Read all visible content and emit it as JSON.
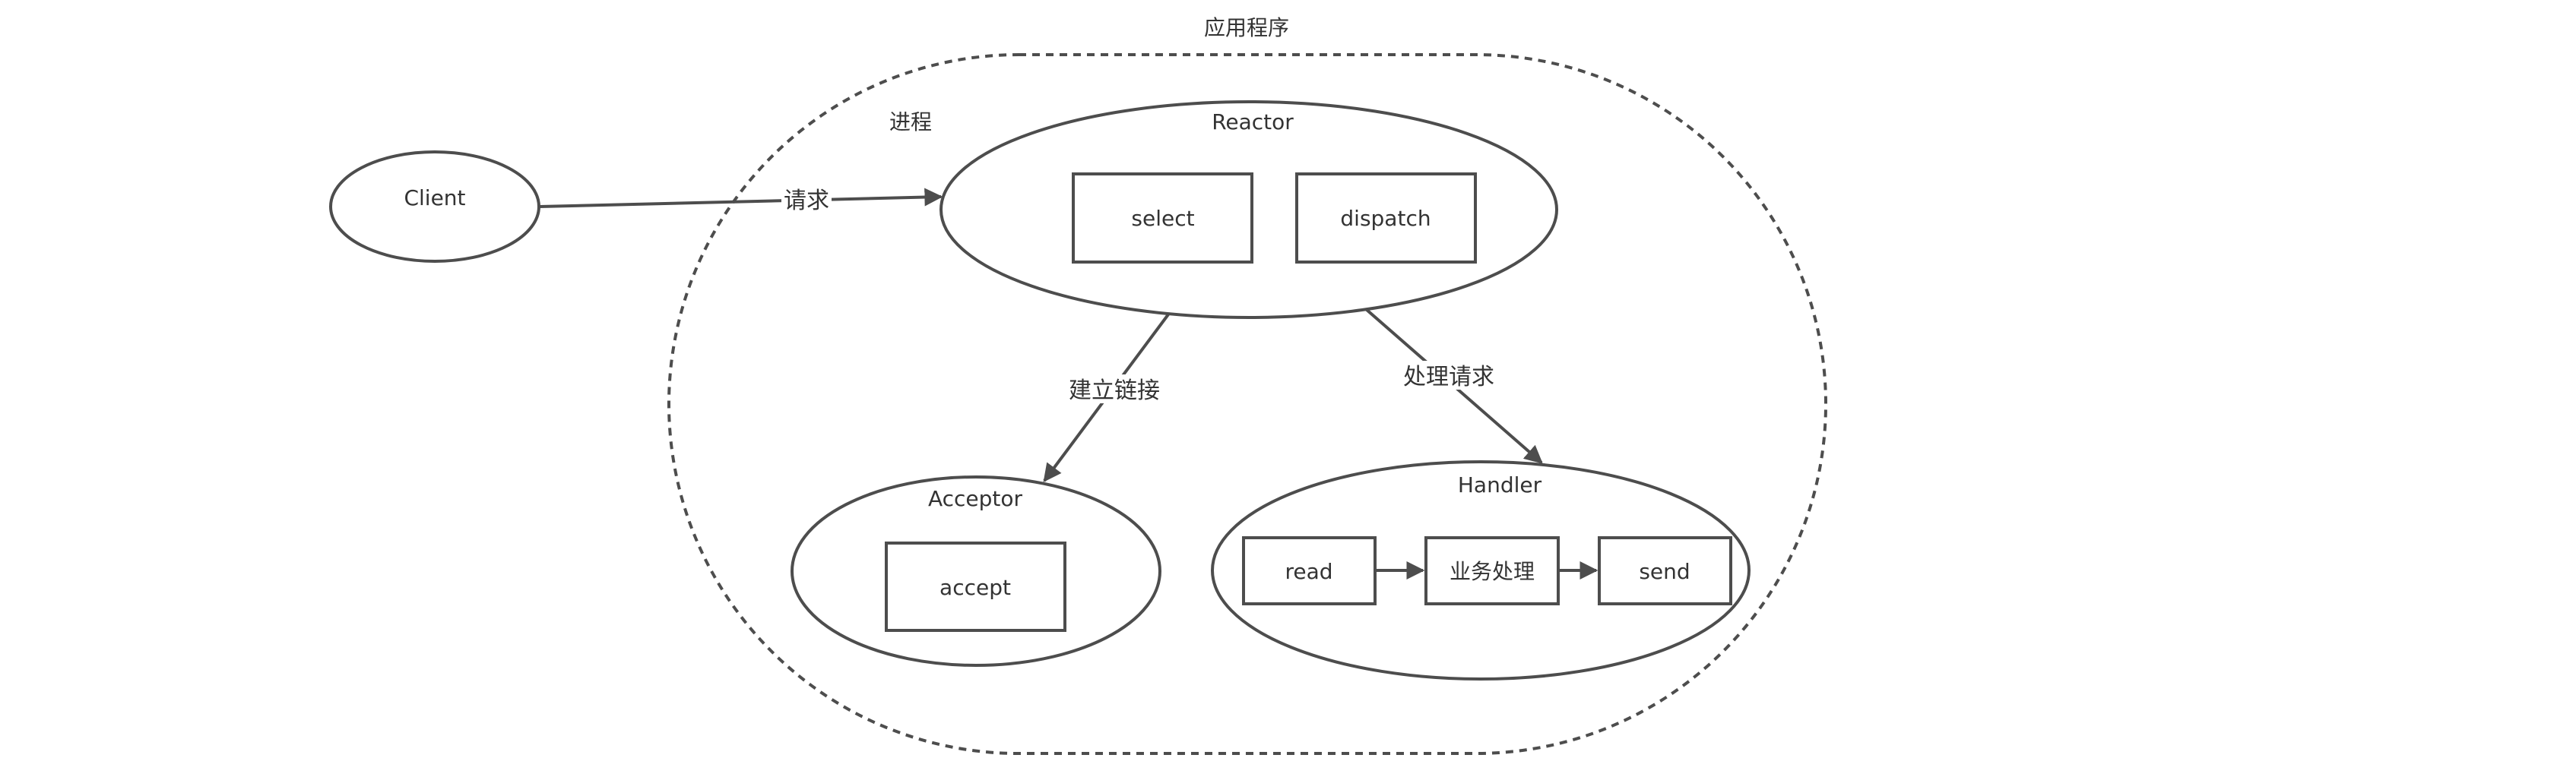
{
  "diagram": {
    "process_boundary": {
      "title": "应用程序",
      "inner_label": "进程"
    },
    "nodes": {
      "client": {
        "label": "Client"
      },
      "reactor": {
        "label": "Reactor",
        "select": "select",
        "dispatch": "dispatch"
      },
      "acceptor": {
        "label": "Acceptor",
        "accept": "accept"
      },
      "handler": {
        "label": "Handler",
        "read": "read",
        "business": "业务处理",
        "send": "send"
      }
    },
    "edges": {
      "client_to_reactor": "请求",
      "reactor_to_acceptor": "建立链接",
      "reactor_to_handler": "处理请求"
    }
  }
}
